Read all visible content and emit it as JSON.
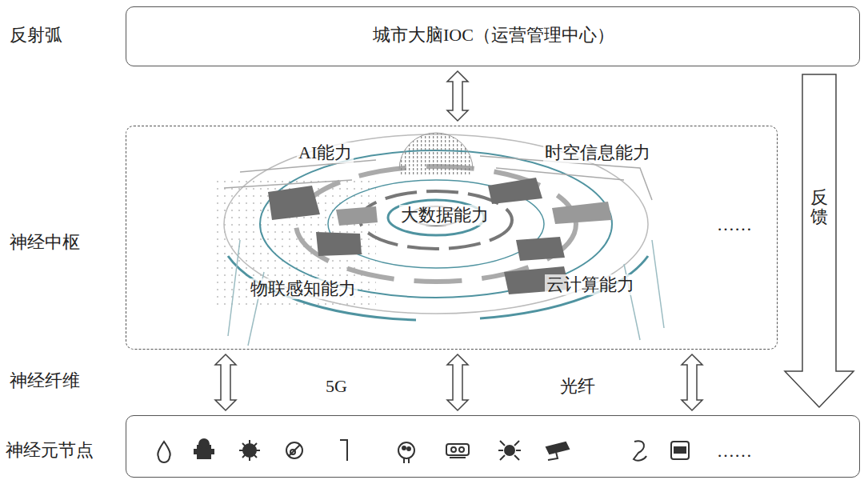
{
  "diagram": {
    "nodes": [
      {
        "text": [
          "城市大脑IOC（运营管理中心）"
        ]
      },
      {
        "text": [
          "AI能力",
          "时空信息能力",
          "大数据能力",
          "物联感知能力",
          "云计算能力",
          "……"
        ]
      },
      {
        "text": [
          "……"
        ]
      }
    ],
    "edges": [
      {
        "from": 0,
        "to": 1,
        "arrow": "both"
      },
      {
        "from": 1,
        "to": 2,
        "arrow": "both"
      },
      {
        "from": 1,
        "to": 2,
        "arrow": "both"
      },
      {
        "from": 1,
        "to": 2,
        "arrow": "both"
      },
      {
        "from": 0,
        "to": 2,
        "arrow": "to",
        "label": "反馈"
      }
    ],
    "labels": [
      "反射弧",
      "神经中枢",
      "神经纤维",
      "神经元节点",
      "5G",
      "光纤"
    ]
  }
}
